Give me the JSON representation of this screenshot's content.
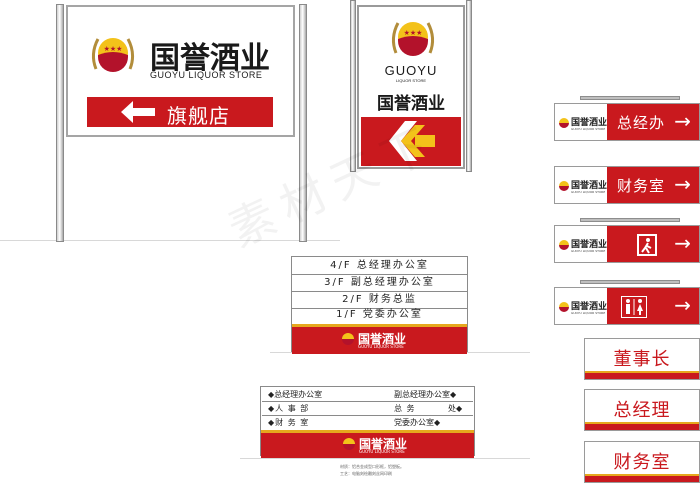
{
  "brand": {
    "name_zh": "国誉酒业",
    "name_en": "GUOYU LIQUOR STORE",
    "logo_word": "GUOYU",
    "logo_subword": "LIQUOR STORE",
    "colors": {
      "red": "#c9191e",
      "gold": "#e6a81d",
      "yellow": "#f3c21a"
    }
  },
  "main_sign": {
    "direction_text": "旗舰店",
    "arrow_icon": "left-arrow-icon"
  },
  "standing_sign": {
    "arrow_icon": "left-arrow-icon"
  },
  "side_signs": [
    {
      "label": "总经办",
      "arrow": "→"
    },
    {
      "label": "财务室",
      "arrow": "→"
    },
    {
      "label": "",
      "icon": "emergency-exit-icon",
      "arrow": "→"
    },
    {
      "label": "",
      "icon": "restroom-icon",
      "arrow": "→"
    }
  ],
  "nameplates": [
    "董事长",
    "总经理",
    "财务室"
  ],
  "floor_directory": {
    "rows": [
      "4/F 总经理办公室",
      "3/F 副总经理办公室",
      "2/F 财务总监",
      "1/F 党委办公室"
    ]
  },
  "hall_directory": {
    "rows": [
      {
        "left": "◆总经理办公室",
        "right": "副总经理办公室◆"
      },
      {
        "left": "◆人 事 部",
        "middle": "总 务",
        "right": "处◆"
      },
      {
        "left": "◆财 务 室",
        "right": "党委办公室◆"
      }
    ]
  },
  "notes": {
    "line1": "材质：铝合金成型口形框，铝塑板。",
    "line2": "工艺：电脑刻绘雕刻丝网印刷"
  },
  "watermark": "素材天下"
}
